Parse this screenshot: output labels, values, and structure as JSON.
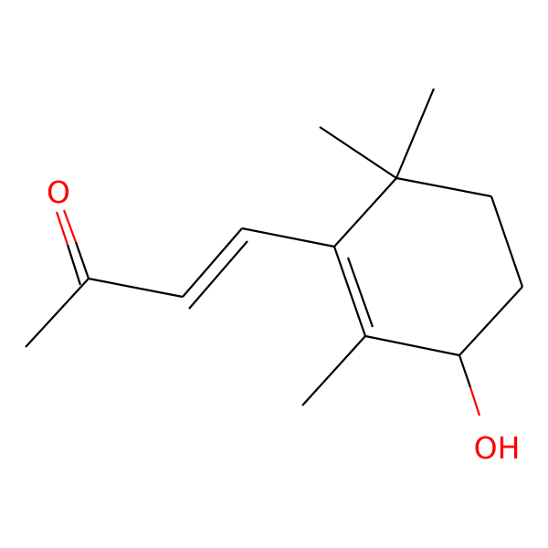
{
  "molecule": {
    "atoms": [
      {
        "id": "o-carbonyl",
        "label": "O",
        "color": "#ff0000"
      },
      {
        "id": "oh",
        "label": "OH",
        "color": "#ff0000"
      }
    ],
    "bond_color": "#000000"
  }
}
